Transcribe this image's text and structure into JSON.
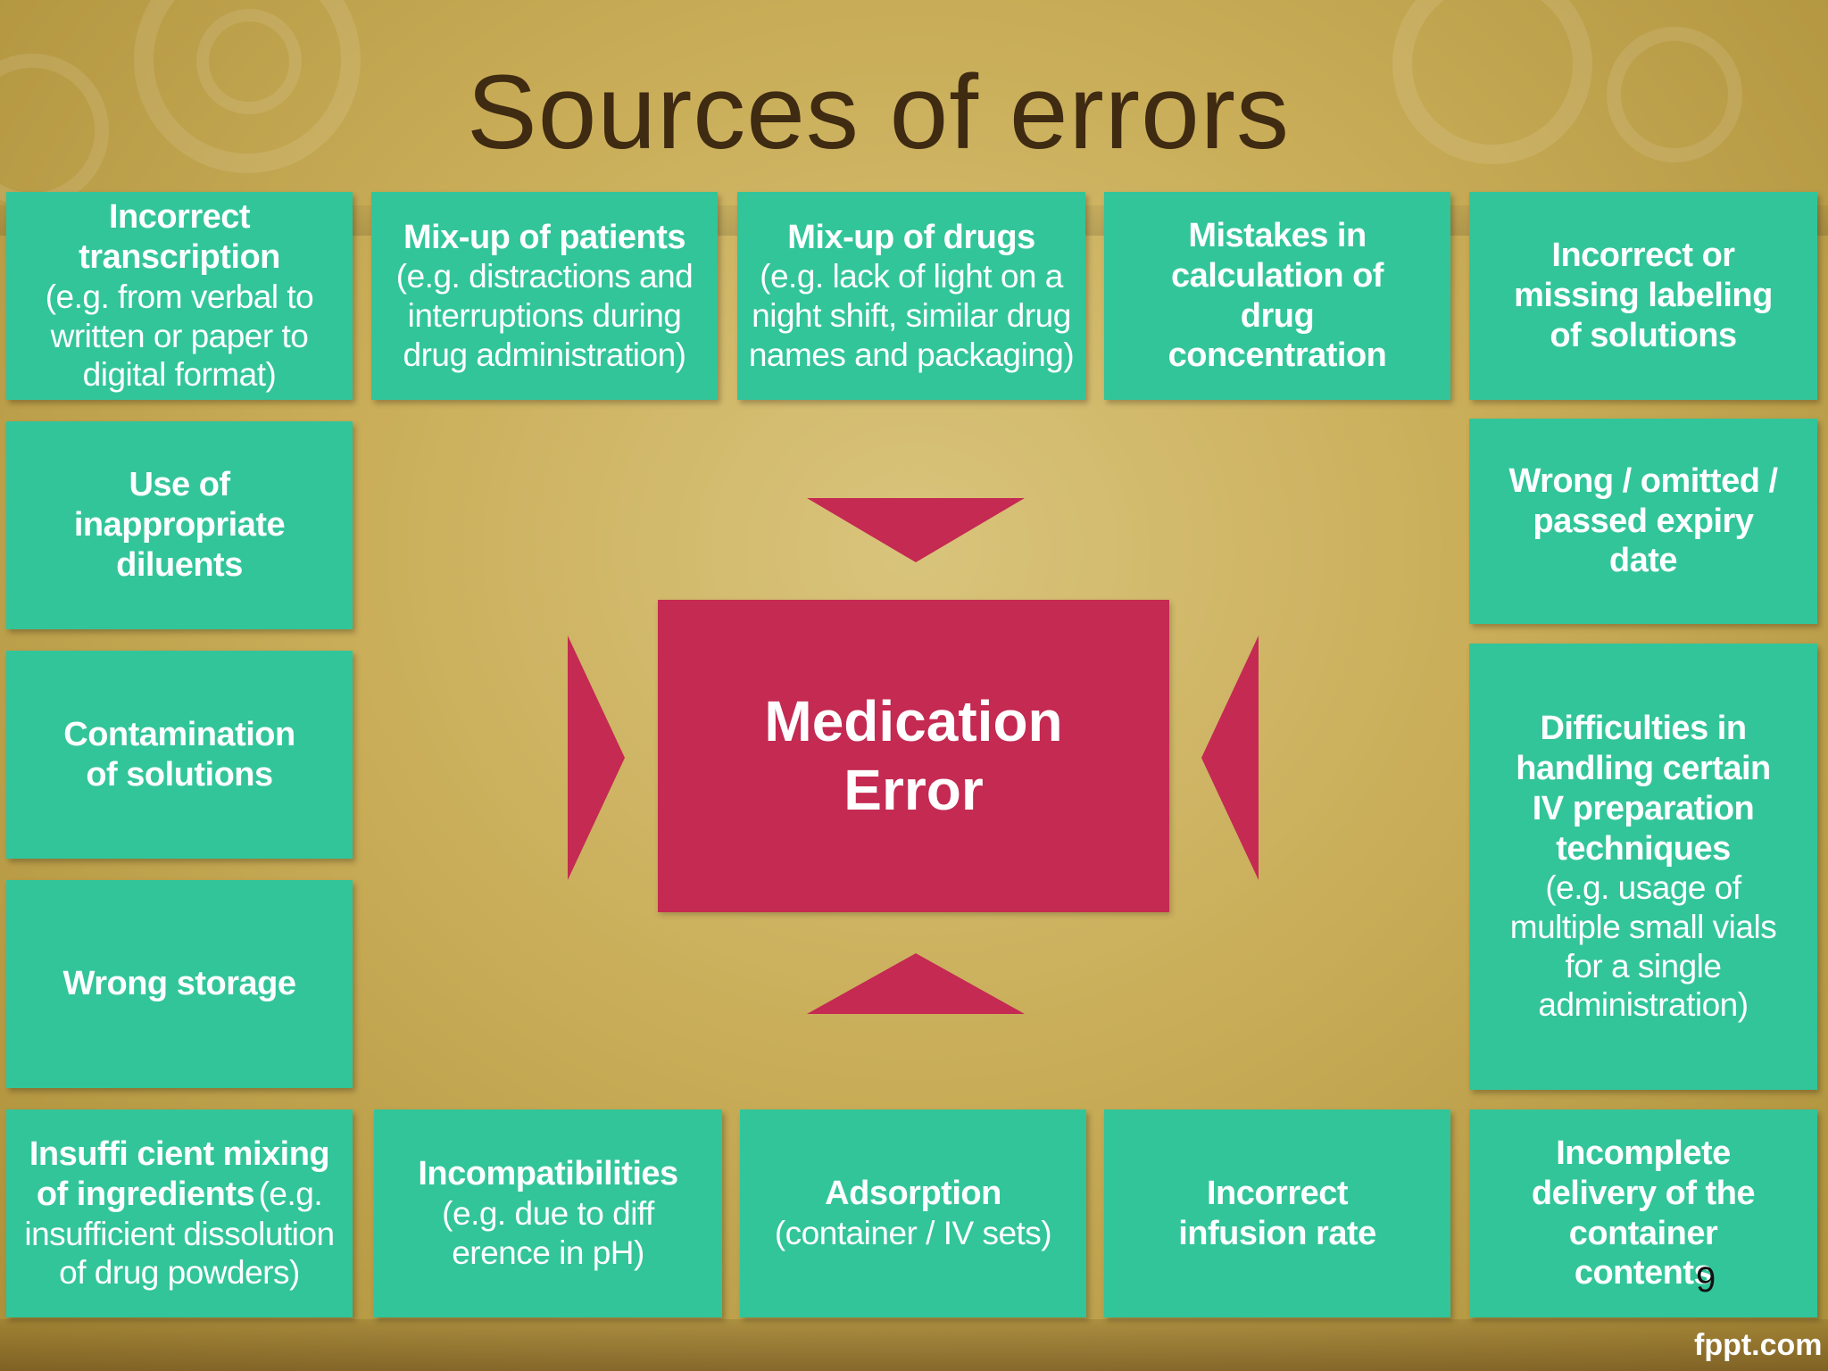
{
  "slide": {
    "title": "Sources of errors",
    "page_number": "9",
    "brand": "fppt.com"
  },
  "center": {
    "line1": "Medication",
    "line2": "Error",
    "color": "#c42a52"
  },
  "colors": {
    "box": "#32c59a",
    "arrow": "#c42a52",
    "title": "#3f2a12"
  },
  "boxes": {
    "incorrect_transcription": {
      "bold": "Incorrect transcription",
      "normal": "(e.g. from verbal to written or paper to digital format)"
    },
    "mixup_patients": {
      "bold": "Mix-up of patients",
      "normal": "(e.g. distractions and interruptions during drug administration)"
    },
    "mixup_drugs": {
      "bold": "Mix-up of drugs",
      "normal": "(e.g. lack of light on a night shift, similar drug names and packaging)"
    },
    "calculation": {
      "bold": "Mistakes in calculation of drug concentration"
    },
    "labeling": {
      "bold": "Incorrect or missing labeling of solutions"
    },
    "diluents": {
      "bold": "Use of inappropriate diluents"
    },
    "expiry": {
      "bold": "Wrong / omitted / passed expiry date"
    },
    "contamination": {
      "bold": "Contamination of solutions"
    },
    "difficulties": {
      "bold": "Difficulties in handling certain IV preparation techniques",
      "normal": "(e.g. usage of multiple small vials for a single administration)"
    },
    "storage": {
      "bold": "Wrong storage"
    },
    "mixing": {
      "bold": "Insuffi cient mixing of ingredients",
      "normal": "(e.g. insufficient dissolution of drug powders)"
    },
    "incompatibilities": {
      "bold": "Incompatibilities",
      "normal": "(e.g. due to diff erence in pH)"
    },
    "adsorption": {
      "bold": "Adsorption",
      "normal": "(container / IV sets)"
    },
    "infusion_rate": {
      "bold": "Incorrect infusion rate"
    },
    "incomplete_delivery": {
      "bold": "Incomplete delivery of the container contents"
    }
  }
}
